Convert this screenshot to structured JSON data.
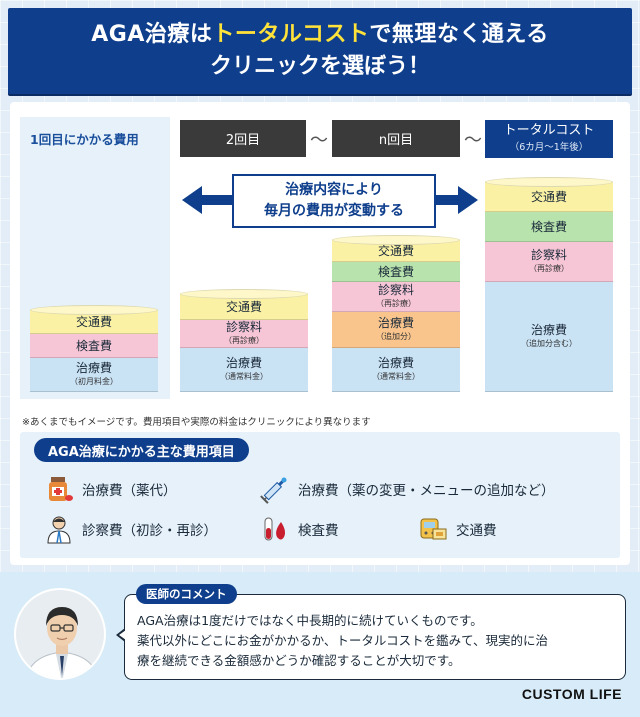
{
  "header": {
    "line1_prefix": "AGA治療は",
    "line1_highlight": "トータルコスト",
    "line1_suffix": "で無理なく通える",
    "line2": "クリニックを選ぼう！"
  },
  "columns": {
    "first": "1回目にかかる費用",
    "second": "2回目",
    "nth": "n回目",
    "total": "トータルコスト",
    "total_sub": "（6カ月〜1年後）",
    "tilde": "〜"
  },
  "arrow_text": {
    "line1": "治療内容により",
    "line2": "毎月の費用が変動する"
  },
  "stacks": {
    "first": [
      {
        "label": "交通費",
        "sub": ""
      },
      {
        "label": "検査費",
        "sub": ""
      },
      {
        "label": "治療費",
        "sub": "（初月料金）"
      }
    ],
    "second": [
      {
        "label": "交通費",
        "sub": ""
      },
      {
        "label": "診察料",
        "sub": "（再診療）"
      },
      {
        "label": "治療費",
        "sub": "（通常料金）"
      }
    ],
    "nth": [
      {
        "label": "交通費",
        "sub": ""
      },
      {
        "label": "検査費",
        "sub": ""
      },
      {
        "label": "診察料",
        "sub": "（再診療）"
      },
      {
        "label": "治療費",
        "sub": "（追加分）"
      },
      {
        "label": "治療費",
        "sub": "（通常料金）"
      }
    ],
    "total": [
      {
        "label": "交通費",
        "sub": ""
      },
      {
        "label": "検査費",
        "sub": ""
      },
      {
        "label": "診察料",
        "sub": "（再診療）"
      },
      {
        "label": "治療費",
        "sub": "（追加分含む）"
      }
    ]
  },
  "colors": {
    "yellow": "#fbf1a4",
    "pink": "#f7c6d6",
    "blue": "#c9e2f4",
    "green": "#b9e3ad",
    "orange": "#f9c58c",
    "navy": "#0f3f8c"
  },
  "note": "※あくまでもイメージです。費用項目や実際の料金はクリニックにより異なります",
  "items": {
    "title": "AGA治療にかかる主な費用項目",
    "list": [
      {
        "icon": "medicine-bottle-icon",
        "label": "治療費（薬代）"
      },
      {
        "icon": "syringe-icon",
        "label": "治療費（薬の変更・メニューの追加など）"
      },
      {
        "icon": "doctor-icon",
        "label": "診察費（初診・再診）"
      },
      {
        "icon": "blood-test-icon",
        "label": "検査費"
      },
      {
        "icon": "train-ticket-icon",
        "label": "交通費"
      }
    ]
  },
  "comment": {
    "tag": "医師のコメント",
    "line1": "AGA治療は1度だけではなく中長期的に続けていくものです。",
    "line2": "薬代以外にどこにお金がかかるか、トータルコストを鑑みて、現実的に治",
    "line3": "療を継続できる金額感かどうか確認することが大切です。"
  },
  "brand": "CUSTOM LIFE"
}
